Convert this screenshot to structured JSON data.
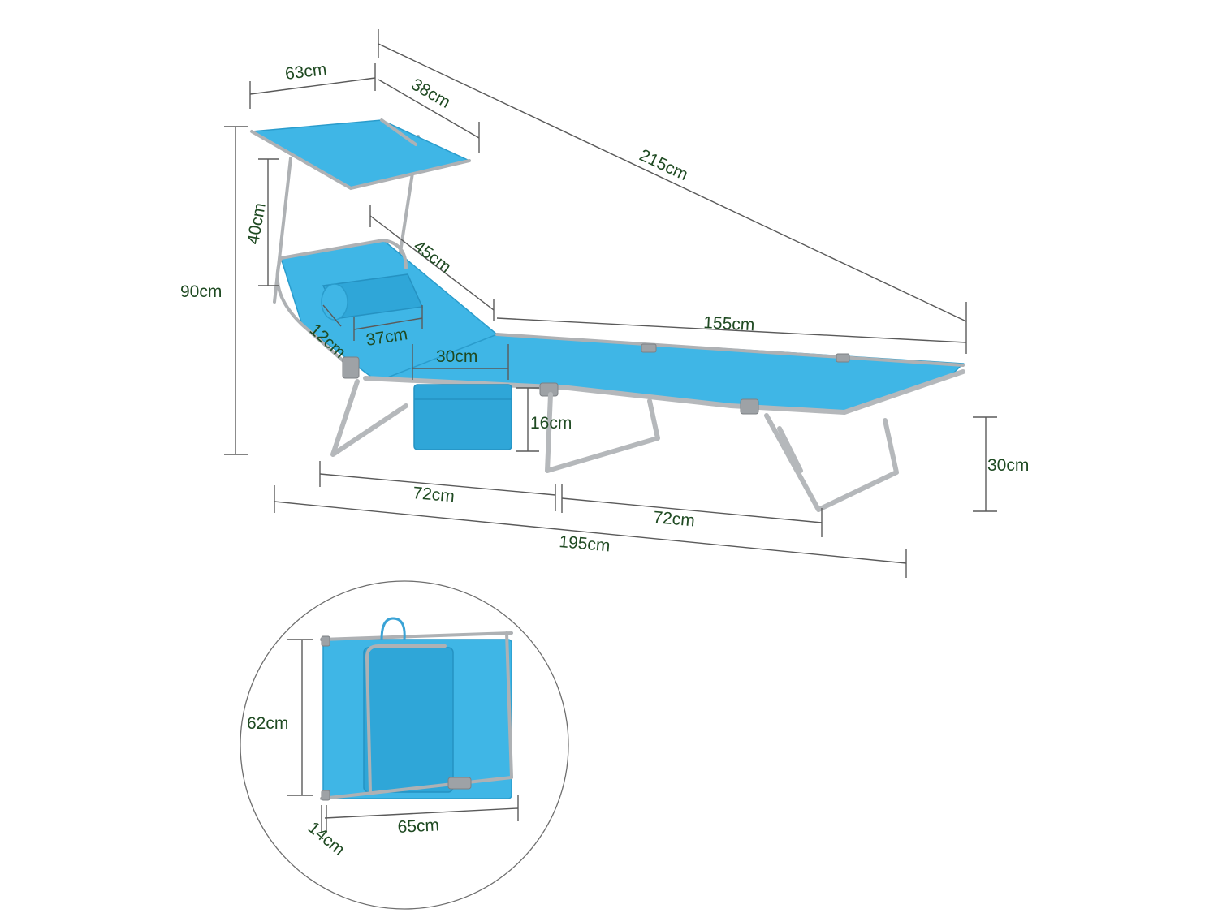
{
  "diagram": {
    "subject": "folding sun lounger with canopy",
    "colors": {
      "fabric": "#3fb6e6",
      "frame": "#b5b8bb",
      "dimension_text": "#1f4a22",
      "dimension_line": "#5a5a5a"
    },
    "dimensions": {
      "canopy_width": "63cm",
      "canopy_depth": "38cm",
      "total_length_diagonal": "215cm",
      "canopy_height": "40cm",
      "total_height": "90cm",
      "backrest_length": "45cm",
      "seat_length": "155cm",
      "pillow_height": "12cm",
      "pillow_width": "37cm",
      "pocket_width": "30cm",
      "pocket_height": "16cm",
      "seat_height": "30cm",
      "leg_spacing_front": "72cm",
      "leg_spacing_rear": "72cm",
      "total_length": "195cm"
    },
    "folded": {
      "height": "62cm",
      "width": "65cm",
      "thickness": "14cm"
    }
  }
}
